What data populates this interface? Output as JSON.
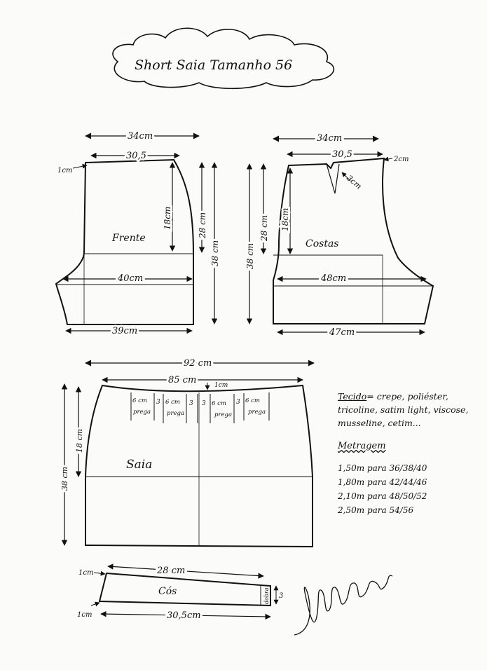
{
  "title": "Short Saia Tamanho 56",
  "front": {
    "label": "Frente",
    "top_width": "34cm",
    "waist_width": "30,5",
    "dart_drop": "1cm",
    "hip_depth": "18cm",
    "side_height": "28 cm",
    "total_height": "38 cm",
    "hip_width": "40cm",
    "bottom_width": "39cm"
  },
  "back": {
    "label": "Costas",
    "top_width": "34cm",
    "waist_width": "30,5",
    "waist_rise": "2cm",
    "dart_length": "3cm",
    "hip_depth": "18cm",
    "side_height": "28 cm",
    "total_height": "38 cm",
    "hip_width": "48cm",
    "bottom_width": "47cm"
  },
  "skirt": {
    "label": "Saia",
    "full_width": "92 cm",
    "waist_width": "85 cm",
    "waist_drop": "1cm",
    "hip_depth": "18 cm",
    "total_height": "38 cm",
    "pleat_size": "6 cm",
    "pleat_word": "prega",
    "pleat_gap": "3"
  },
  "waistband": {
    "label": "Cós",
    "top_length": "28 cm",
    "bottom_length": "30,5cm",
    "end_drop_top": "1cm",
    "end_drop_bottom": "1cm",
    "fold_label": "dobra",
    "height": "3"
  },
  "fabric": {
    "heading": "Tecido",
    "text": "= crepe, poliéster, tricoline, satim light, viscose, musseline, cetim..."
  },
  "yardage": {
    "heading": "Metragem",
    "rows": [
      {
        "amount": "1,50m",
        "word": "para",
        "sizes": "36/38/40"
      },
      {
        "amount": "1,80m",
        "word": "para",
        "sizes": "42/44/46"
      },
      {
        "amount": "2,10m",
        "word": "para",
        "sizes": "48/50/52"
      },
      {
        "amount": "2,50m",
        "word": "para",
        "sizes": "54/56"
      }
    ]
  }
}
